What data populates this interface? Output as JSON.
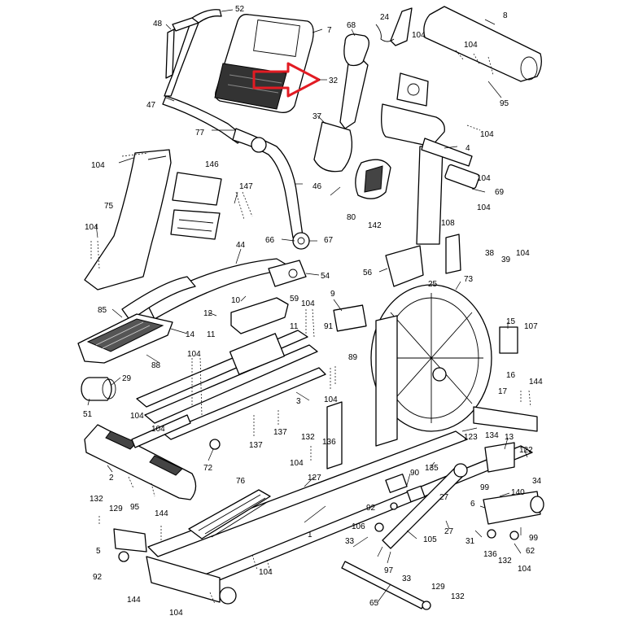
{
  "diagram": {
    "callouts": [
      {
        "id": "c52",
        "text": "52"
      },
      {
        "id": "c48",
        "text": "48"
      },
      {
        "id": "c47",
        "text": "47"
      },
      {
        "id": "c77",
        "text": "77"
      },
      {
        "id": "c7",
        "text": "7"
      },
      {
        "id": "c68",
        "text": "68"
      },
      {
        "id": "c24",
        "text": "24"
      },
      {
        "id": "c8",
        "text": "8"
      },
      {
        "id": "c104a",
        "text": "104"
      },
      {
        "id": "c104b",
        "text": "104"
      },
      {
        "id": "c95a",
        "text": "95"
      },
      {
        "id": "c32",
        "text": "32"
      },
      {
        "id": "c37",
        "text": "37"
      },
      {
        "id": "c104c",
        "text": "104"
      },
      {
        "id": "c4",
        "text": "4"
      },
      {
        "id": "c104d",
        "text": "104"
      },
      {
        "id": "c69",
        "text": "69"
      },
      {
        "id": "c104e",
        "text": "104"
      },
      {
        "id": "c46",
        "text": "46"
      },
      {
        "id": "c146",
        "text": "146"
      },
      {
        "id": "c147",
        "text": "147"
      },
      {
        "id": "c75",
        "text": "75"
      },
      {
        "id": "c104f",
        "text": "104"
      },
      {
        "id": "c104g",
        "text": "104"
      },
      {
        "id": "c80",
        "text": "80"
      },
      {
        "id": "c142",
        "text": "142"
      },
      {
        "id": "c108",
        "text": "108"
      },
      {
        "id": "c66",
        "text": "66"
      },
      {
        "id": "c67",
        "text": "67"
      },
      {
        "id": "c44",
        "text": "44"
      },
      {
        "id": "c54",
        "text": "54"
      },
      {
        "id": "c59",
        "text": "59"
      },
      {
        "id": "c56",
        "text": "56"
      },
      {
        "id": "c38",
        "text": "38"
      },
      {
        "id": "c39",
        "text": "39"
      },
      {
        "id": "c104h",
        "text": "104"
      },
      {
        "id": "c25",
        "text": "25"
      },
      {
        "id": "c73",
        "text": "73"
      },
      {
        "id": "c85",
        "text": "85"
      },
      {
        "id": "c12",
        "text": "12"
      },
      {
        "id": "c10",
        "text": "10"
      },
      {
        "id": "c104i",
        "text": "104"
      },
      {
        "id": "c9",
        "text": "9"
      },
      {
        "id": "c15",
        "text": "15"
      },
      {
        "id": "c107",
        "text": "107"
      },
      {
        "id": "c14",
        "text": "14"
      },
      {
        "id": "c11a",
        "text": "11"
      },
      {
        "id": "c11b",
        "text": "11"
      },
      {
        "id": "c91",
        "text": "91"
      },
      {
        "id": "c89",
        "text": "89"
      },
      {
        "id": "c104j",
        "text": "104"
      },
      {
        "id": "c88",
        "text": "88"
      },
      {
        "id": "c29",
        "text": "29"
      },
      {
        "id": "c104k",
        "text": "104"
      },
      {
        "id": "c16",
        "text": "16"
      },
      {
        "id": "c144a",
        "text": "144"
      },
      {
        "id": "c17",
        "text": "17"
      },
      {
        "id": "c51",
        "text": "51"
      },
      {
        "id": "c104l",
        "text": "104"
      },
      {
        "id": "c3",
        "text": "3"
      },
      {
        "id": "c104m",
        "text": "104"
      },
      {
        "id": "c137",
        "text": "137"
      },
      {
        "id": "c137b",
        "text": "137"
      },
      {
        "id": "c123",
        "text": "123"
      },
      {
        "id": "c134",
        "text": "134"
      },
      {
        "id": "c13",
        "text": "13"
      },
      {
        "id": "c122",
        "text": "122"
      },
      {
        "id": "c72",
        "text": "72"
      },
      {
        "id": "c132a",
        "text": "132"
      },
      {
        "id": "c136a",
        "text": "136"
      },
      {
        "id": "c2",
        "text": "2"
      },
      {
        "id": "c104n",
        "text": "104"
      },
      {
        "id": "c127",
        "text": "127"
      },
      {
        "id": "c90",
        "text": "90"
      },
      {
        "id": "c135",
        "text": "135"
      },
      {
        "id": "c99a",
        "text": "99"
      },
      {
        "id": "c34",
        "text": "34"
      },
      {
        "id": "c140",
        "text": "140"
      },
      {
        "id": "c132b",
        "text": "132"
      },
      {
        "id": "c129a",
        "text": "129"
      },
      {
        "id": "c95b",
        "text": "95"
      },
      {
        "id": "c76",
        "text": "76"
      },
      {
        "id": "c27a",
        "text": "27"
      },
      {
        "id": "c92a",
        "text": "92"
      },
      {
        "id": "c6",
        "text": "6"
      },
      {
        "id": "c144b",
        "text": "144"
      },
      {
        "id": "c27b",
        "text": "27"
      },
      {
        "id": "c106",
        "text": "106"
      },
      {
        "id": "c105",
        "text": "105"
      },
      {
        "id": "c99b",
        "text": "99"
      },
      {
        "id": "c5",
        "text": "5"
      },
      {
        "id": "c1",
        "text": "1"
      },
      {
        "id": "c33a",
        "text": "33"
      },
      {
        "id": "c31",
        "text": "31"
      },
      {
        "id": "c62",
        "text": "62"
      },
      {
        "id": "c92b",
        "text": "92"
      },
      {
        "id": "c104o",
        "text": "104"
      },
      {
        "id": "c97",
        "text": "97"
      },
      {
        "id": "c136b",
        "text": "136"
      },
      {
        "id": "c132c",
        "text": "132"
      },
      {
        "id": "c104p",
        "text": "104"
      },
      {
        "id": "c144c",
        "text": "144"
      },
      {
        "id": "c33b",
        "text": "33"
      },
      {
        "id": "c65",
        "text": "65"
      },
      {
        "id": "c129b",
        "text": "129"
      },
      {
        "id": "c132d",
        "text": "132"
      },
      {
        "id": "c104q",
        "text": "104"
      }
    ]
  },
  "colors": {
    "highlight_arrow": "#e21b23",
    "line": "#000000",
    "background": "#ffffff"
  }
}
